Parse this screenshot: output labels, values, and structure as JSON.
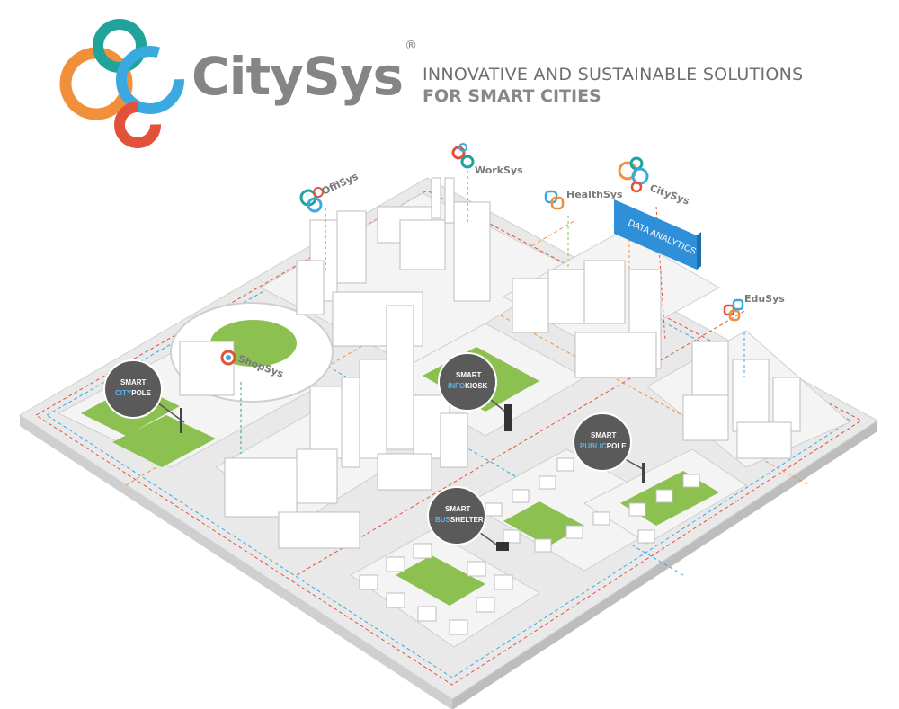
{
  "header": {
    "brand": "CitySys",
    "registered": "®",
    "tagline_line1": "INNOVATIVE AND SUSTAINABLE SOLUTIONS",
    "tagline_line2": "FOR SMART CITIES"
  },
  "services": {
    "offisys": "OffiSys",
    "worksys": "WorkSys",
    "healthsys": "HealthSys",
    "citysys": "CitySys",
    "edusys": "EduSys",
    "shopsys": "ShopSys"
  },
  "data_analytics": "DATA ANALYTICS",
  "bubbles": {
    "citypole": {
      "top": "SMART",
      "accent": "CITY",
      "rest": "POLE"
    },
    "infokiosk": {
      "top": "SMART",
      "accent": "INFO",
      "rest": "KIOSK"
    },
    "publicpole": {
      "top": "SMART",
      "accent": "PUBLIC",
      "rest": "POLE"
    },
    "busshelter": {
      "top": "SMART",
      "accent": "BUS",
      "rest": "SHELTER"
    }
  },
  "colors": {
    "orange": "#f28f3b",
    "teal": "#1fa39b",
    "blue": "#3aa9e0",
    "red": "#e2523a",
    "green": "#8cc152",
    "grey_text": "#858585"
  }
}
